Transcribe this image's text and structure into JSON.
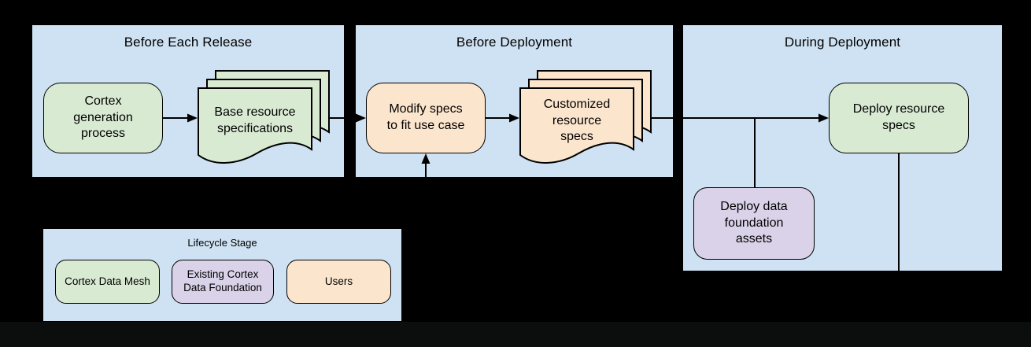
{
  "colors": {
    "background": "#000000",
    "bottom_strip": "#0c0e0e",
    "panel_bg": "#cfe2f3",
    "green": "#d9ead3",
    "peach": "#fce5cd",
    "purple": "#d9d2e9",
    "connector": "#000000"
  },
  "panels": [
    {
      "title": "Before Each Release"
    },
    {
      "title": "Before Deployment"
    },
    {
      "title": "During Deployment"
    }
  ],
  "nodes": {
    "cortex_generation": {
      "label": "Cortex\ngeneration\nprocess"
    },
    "base_specs": {
      "label": "Base resource\nspecifications"
    },
    "modify_specs": {
      "label": "Modify specs\nto fit use case"
    },
    "customized_specs": {
      "label": "Customized\nresource\nspecs"
    },
    "deploy_specs": {
      "label": "Deploy resource\nspecs"
    },
    "deploy_foundation": {
      "label": "Deploy data\nfoundation\nassets"
    }
  },
  "legend": {
    "title": "Lifecycle Stage",
    "items": [
      {
        "label": "Cortex Data Mesh",
        "color": "#d9ead3"
      },
      {
        "label": "Existing Cortex\nData Foundation",
        "color": "#d9d2e9"
      },
      {
        "label": "Users",
        "color": "#fce5cd"
      }
    ]
  }
}
